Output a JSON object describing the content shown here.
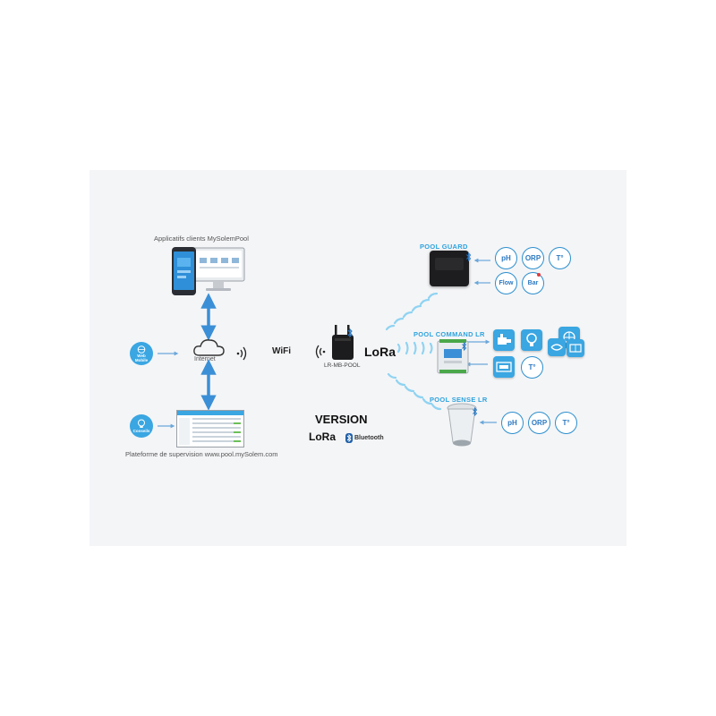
{
  "labels": {
    "apps": "Applicatifs clients MySolemPool",
    "internet": "Internet",
    "wifi": "WiFi",
    "lora": "LoRa",
    "lr_mb": "LR-MB-POOL",
    "supervision": "Plateforme de supervision www.pool.mySolem.com",
    "web_mobile": "Web Mobile",
    "conseils": "Conseils",
    "version": "VERSION",
    "lora_small": "LoRa",
    "bluetooth": "Bluetooth"
  },
  "devices": {
    "pool_guard": {
      "title": "POOL GUARD",
      "sensors": [
        "pH",
        "ORP",
        "T°",
        "Flow",
        "Bar"
      ]
    },
    "pool_command": {
      "title": "POOL COMMAND LR",
      "outputs": [
        "T°"
      ]
    },
    "pool_sense": {
      "title": "POOL SENSE LR",
      "sensors": [
        "pH",
        "ORP",
        "T°"
      ]
    }
  },
  "colors": {
    "accent": "#2ea3dd",
    "arrow": "#3b8fd6",
    "panel": "#f4f5f7"
  }
}
